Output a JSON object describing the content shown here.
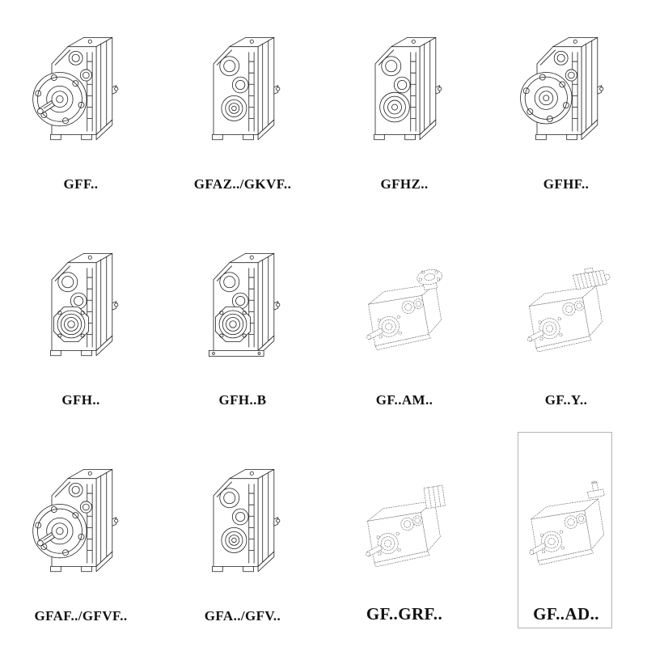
{
  "colors": {
    "solid_line": "#1b1b1b",
    "dashed_line": "#6a6a6a",
    "background": "#ffffff"
  },
  "cells": [
    {
      "label": "GFF..",
      "drawing": "gearbox-output-flange-with-shaft"
    },
    {
      "label": "GFAZ../GKVF..",
      "drawing": "gearbox-shaft-bore"
    },
    {
      "label": "GFHZ..",
      "drawing": "gearbox-hollow-shaft"
    },
    {
      "label": "GFHF..",
      "drawing": "gearbox-output-flange"
    },
    {
      "label": "GFH..",
      "drawing": "gearbox-hollow-octagon-flange"
    },
    {
      "label": "GFH..B",
      "drawing": "gearbox-hollow-octagon-flange-foot"
    },
    {
      "label": "GF..AM..",
      "drawing": "gearbox-motor-adapter-flange"
    },
    {
      "label": "GF..Y..",
      "drawing": "gearbox-with-motor"
    },
    {
      "label": "GFAF../GFVF..",
      "drawing": "gearbox-output-flange-with-shaft"
    },
    {
      "label": "GFA../GFV..",
      "drawing": "gearbox-shaft-bore"
    },
    {
      "label": "GF..GRF..",
      "drawing": "gearbox-finned-adapter"
    },
    {
      "label": "GF..AD..",
      "drawing": "gearbox-top-input-shaft"
    }
  ]
}
